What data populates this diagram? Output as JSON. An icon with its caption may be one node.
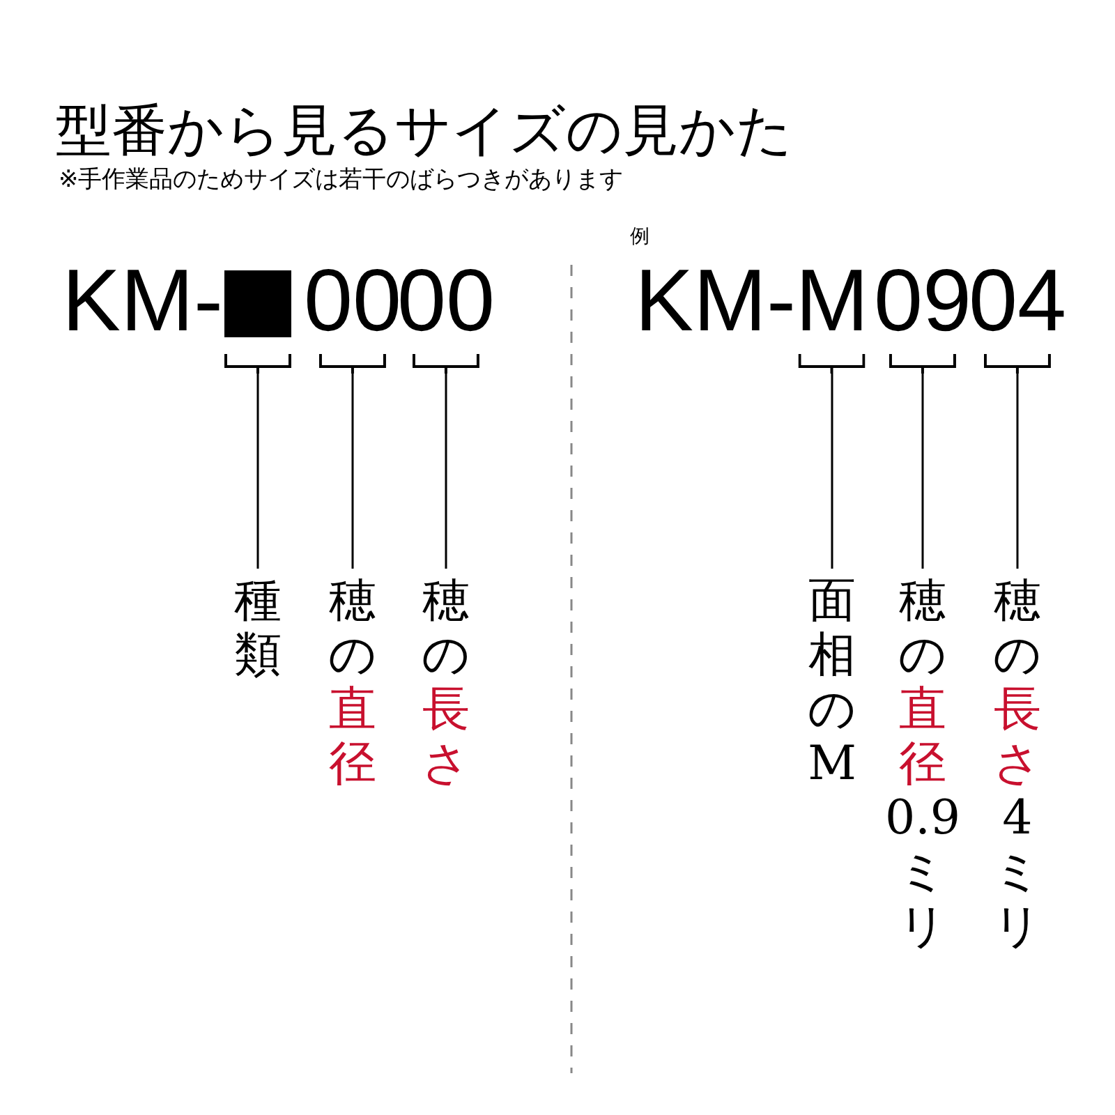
{
  "diagram": {
    "title": "型番から見るサイズの見かた",
    "nodes": [
      {
        "text": [],
        "shape": "box"
      },
      {
        "text": [
          "00"
        ]
      },
      {
        "text": [
          "00"
        ]
      },
      {
        "text": [
          "M"
        ]
      },
      {
        "text": [
          "09"
        ]
      },
      {
        "text": [
          "04"
        ]
      },
      {
        "text": [
          "種類"
        ]
      },
      {
        "text": [
          "穂の**直径**"
        ]
      },
      {
        "text": [
          "穂の**長さ**"
        ]
      },
      {
        "text": [
          "面相のM"
        ]
      },
      {
        "text": [
          "穂の**直径**0.9ミリ"
        ]
      },
      {
        "text": [
          "穂の**長さ**4ミリ"
        ]
      }
    ],
    "edges": [
      {
        "from": 6,
        "to": 0,
        "arrow": "none"
      },
      {
        "from": 7,
        "to": 1,
        "arrow": "none"
      },
      {
        "from": 8,
        "to": 2,
        "arrow": "none"
      },
      {
        "from": 9,
        "to": 3,
        "arrow": "none"
      },
      {
        "from": 10,
        "to": 4,
        "arrow": "none"
      },
      {
        "from": 11,
        "to": 5,
        "arrow": "none"
      }
    ],
    "labels": [
      "※手作業品のためサイズは若干のばらつきがあります",
      "KM-",
      "例",
      "KM-"
    ]
  }
}
